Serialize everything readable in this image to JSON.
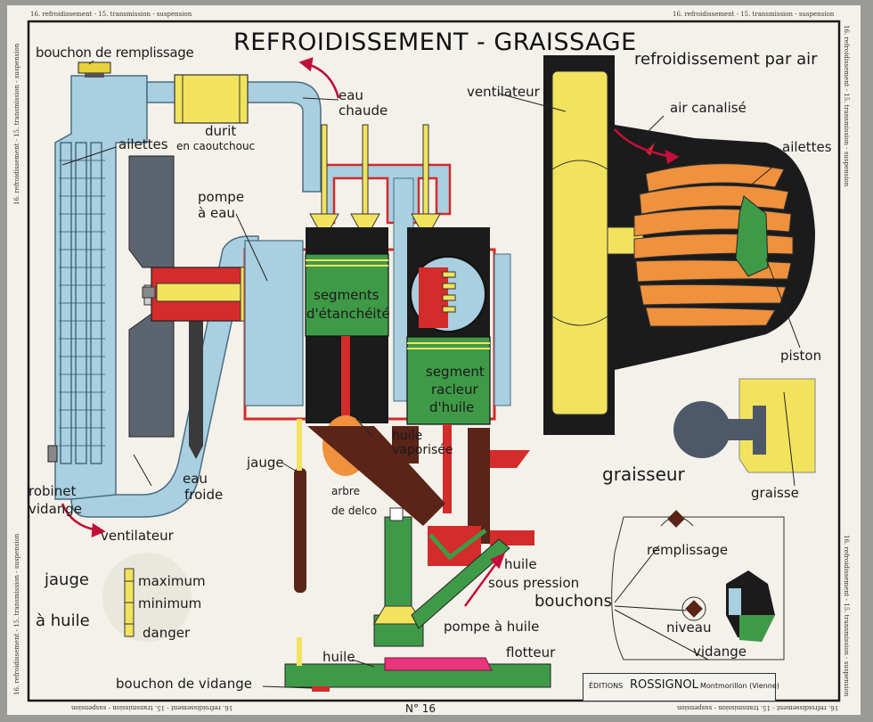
{
  "poster": {
    "title": "REFROIDISSEMENT - GRAISSAGE",
    "number": "N° 16",
    "publisher_name": "ROSSIGNOL",
    "publisher_prefix": "ÉDITIONS",
    "publisher_place": "Montmorillon (Vienne)",
    "margin_caption": "16. refroidissement - 15. transmission - suspension"
  },
  "labels": {
    "bouchon_remplissage": "bouchon de remplissage",
    "eau_chaude_1": "eau",
    "eau_chaude_2": "chaude",
    "ailettes_left": "ailettes",
    "durit": "durit",
    "en_caoutchouc": "en caoutchouc",
    "pompe_eau_1": "pompe",
    "pompe_eau_2": "à eau",
    "segments_1": "segments",
    "segments_2": "d'étanchéité",
    "segment_racleur_1": "segment",
    "segment_racleur_2": "racleur",
    "segment_racleur_3": "d'huile",
    "huile_vaporisee_1": "huile",
    "huile_vaporisee_2": "vaporisée",
    "jauge": "jauge",
    "arbre_1": "arbre",
    "arbre_2": "de delco",
    "eau_froide_1": "eau",
    "eau_froide_2": "froide",
    "robinet_1": "robinet",
    "robinet_2": "vidange",
    "ventilateur_bottom": "ventilateur",
    "jauge_huile_1": "jauge",
    "jauge_huile_2": "à huile",
    "maximum": "maximum",
    "minimum": "minimum",
    "danger": "danger",
    "huile_sous_pression_1": "huile",
    "huile_sous_pression_2": "sous pression",
    "pompe_huile": "pompe à huile",
    "huile_bottom": "huile",
    "flotteur": "flotteur",
    "bouchon_vidange": "bouchon de vidange",
    "refroidissement_air": "refroidissement par air",
    "ventilateur_right": "ventilateur",
    "air_canalise": "air canalisé",
    "ailettes_right": "ailettes",
    "piston": "piston",
    "graisseur": "graisseur",
    "graisse": "graisse",
    "remplissage": "remplissage",
    "bouchons": "bouchons",
    "niveau": "niveau",
    "vidange": "vidange"
  },
  "colors": {
    "paper": "#f3f1ea",
    "water_blue": "#a9cfe0",
    "oil_red": "#d42b2b",
    "engine_black": "#1b1b1b",
    "piston_green": "#3f9a48",
    "fin_orange": "#f0913d",
    "fan_yellow": "#f2e35e",
    "oil_brown": "#5a2418",
    "pink_float": "#e8347a",
    "fan_grey": "#5c6470"
  }
}
